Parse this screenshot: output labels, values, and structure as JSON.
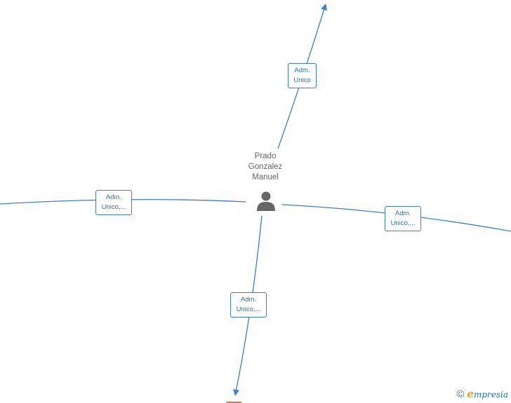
{
  "center_node": {
    "name_lines": [
      "Prado",
      "Gonzalez",
      "Manuel"
    ],
    "icon": "person-icon"
  },
  "edges": [
    {
      "id": "north",
      "label_lines": [
        "Adm.",
        "Unico"
      ]
    },
    {
      "id": "west",
      "label_lines": [
        "Adm.",
        "Unico,..."
      ]
    },
    {
      "id": "east",
      "label_lines": [
        "Adm.",
        "Unico,..."
      ]
    },
    {
      "id": "south",
      "label_lines": [
        "Adm.",
        "Unico,..."
      ]
    }
  ],
  "brand": {
    "copyright_symbol": "©",
    "first_letter": "e",
    "rest": "mpresia"
  },
  "colors": {
    "edge": "#3a7fd0",
    "label_text": "#2e6fc4",
    "node_text": "#666666",
    "icon": "#666666",
    "brand_accent": "#e89a20",
    "brand_text": "#1a7aa5"
  }
}
